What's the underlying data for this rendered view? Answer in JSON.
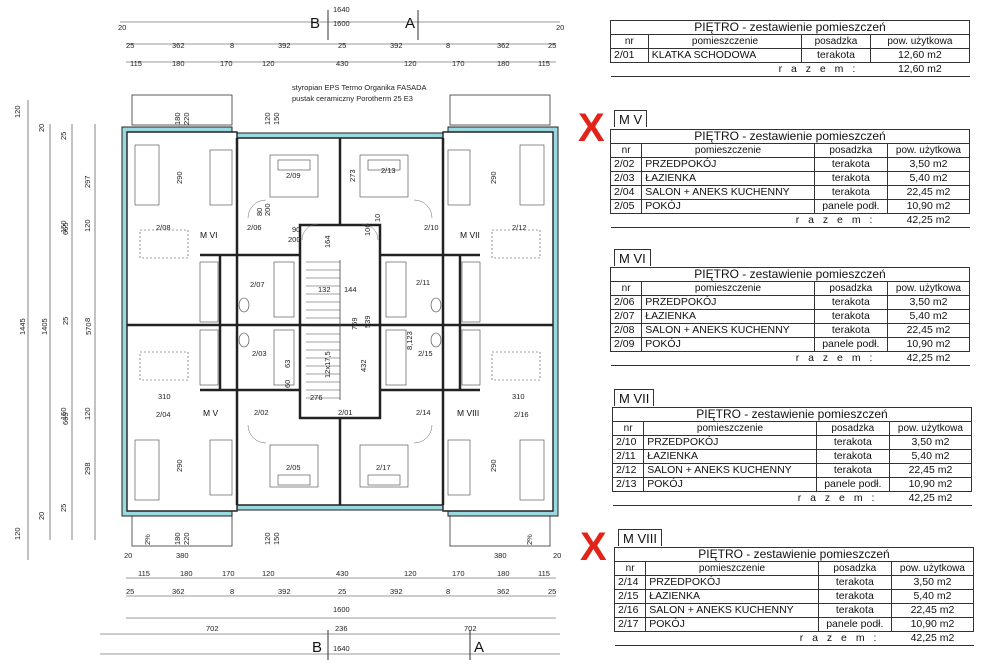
{
  "plan": {
    "section_markers": [
      "B",
      "A",
      "B",
      "A"
    ],
    "top_dims": {
      "total_1": "1640",
      "total_2": "1600",
      "edge": "20",
      "edge_r": "20",
      "row1": [
        "25",
        "362",
        "8",
        "392",
        "25",
        "392",
        "8",
        "362",
        "25"
      ],
      "row2": [
        "115",
        "180",
        "170",
        "120",
        "430",
        "120",
        "170",
        "180",
        "115"
      ]
    },
    "bottom_dims": {
      "row2": [
        "115",
        "180",
        "170",
        "120",
        "430",
        "120",
        "170",
        "180",
        "115"
      ],
      "row1": [
        "25",
        "362",
        "8",
        "392",
        "25",
        "392",
        "8",
        "362",
        "25"
      ],
      "total_1": "1600",
      "split": [
        "702",
        "236",
        "702"
      ],
      "total_2": "1640",
      "balcony_left": "380",
      "balcony_right": "380",
      "edge": "20",
      "edge_r": "20"
    },
    "left_dims": {
      "outer": "1445",
      "mid": "1405",
      "mid2": "570",
      "segments": [
        "120",
        "20",
        "25",
        "297",
        "665",
        "120",
        "150",
        "25",
        "8",
        "665",
        "120",
        "150",
        "298",
        "25",
        "20",
        "120"
      ]
    },
    "wall_notes": [
      "styropian EPS Termo Organika FASADA",
      "pustak ceramiczny Porotherm 25 E3"
    ],
    "apartments": [
      "M VI",
      "M VII",
      "M V",
      "M VIII"
    ],
    "rooms": [
      "2/09",
      "2/13",
      "2/08",
      "2/12",
      "2/07",
      "2/11",
      "2/03",
      "2/15",
      "2/04",
      "2/16",
      "2/05",
      "2/17",
      "2/06",
      "2/10",
      "2/02",
      "2/14",
      "2/01"
    ],
    "inner_dims": [
      "164",
      "132",
      "144",
      "759",
      "539",
      "432",
      "276",
      "310",
      "310",
      "290",
      "290",
      "290",
      "290",
      "273",
      "100",
      "10",
      "90",
      "200",
      "80",
      "200",
      "60",
      "63",
      "12x17,5",
      "8,123"
    ],
    "door_tags": [
      "180",
      "220",
      "120",
      "150",
      "120",
      "150",
      "180",
      "220",
      "2%",
      "2%"
    ]
  },
  "tables": [
    {
      "title": "PIĘTRO  - zestawienie pomieszczeń",
      "headers": [
        "nr",
        "pomieszczenie",
        "posadzka",
        "pow. użytkowa"
      ],
      "rows": [
        [
          "2/01",
          "KLATKA  SCHODOWA",
          "terakota",
          "12,60 m2"
        ]
      ],
      "sum_label": "r a z e m :",
      "sum_value": "12,60 m2"
    },
    {
      "tag": "M V",
      "title": "PIĘTRO  - zestawienie pomieszczeń",
      "headers": [
        "nr",
        "pomieszczenie",
        "posadzka",
        "pow. użytkowa"
      ],
      "rows": [
        [
          "2/02",
          "PRZEDPOKÓJ",
          "terakota",
          "3,50 m2"
        ],
        [
          "2/03",
          "ŁAZIENKA",
          "terakota",
          "5,40 m2"
        ],
        [
          "2/04",
          "SALON + ANEKS KUCHENNY",
          "terakota",
          "22,45 m2"
        ],
        [
          "2/05",
          "POKÓJ",
          "panele podł.",
          "10,90 m2"
        ]
      ],
      "sum_label": "r a z e m :",
      "sum_value": "42,25 m2"
    },
    {
      "tag": "M VI",
      "title": "PIĘTRO  - zestawienie pomieszczeń",
      "headers": [
        "nr",
        "pomieszczenie",
        "posadzka",
        "pow. użytkowa"
      ],
      "rows": [
        [
          "2/06",
          "PRZEDPOKÓJ",
          "terakota",
          "3,50 m2"
        ],
        [
          "2/07",
          "ŁAZIENKA",
          "terakota",
          "5,40 m2"
        ],
        [
          "2/08",
          "SALON + ANEKS KUCHENNY",
          "terakota",
          "22,45 m2"
        ],
        [
          "2/09",
          "POKÓJ",
          "panele podł.",
          "10,90 m2"
        ]
      ],
      "sum_label": "r a z e m :",
      "sum_value": "42,25 m2"
    },
    {
      "tag": "M VII",
      "title": "PIĘTRO  - zestawienie pomieszczeń",
      "headers": [
        "nr",
        "pomieszczenie",
        "posadzka",
        "pow. użytkowa"
      ],
      "rows": [
        [
          "2/10",
          "PRZEDPOKÓJ",
          "terakota",
          "3,50 m2"
        ],
        [
          "2/11",
          "ŁAZIENKA",
          "terakota",
          "5,40 m2"
        ],
        [
          "2/12",
          "SALON + ANEKS KUCHENNY",
          "terakota",
          "22,45 m2"
        ],
        [
          "2/13",
          "POKÓJ",
          "panele podł.",
          "10,90 m2"
        ]
      ],
      "sum_label": "r a z e m :",
      "sum_value": "42,25 m2"
    },
    {
      "tag": "M VIII",
      "title": "PIĘTRO  - zestawienie pomieszczeń",
      "headers": [
        "nr",
        "pomieszczenie",
        "posadzka",
        "pow. użytkowa"
      ],
      "rows": [
        [
          "2/14",
          "PRZEDPOKÓJ",
          "terakota",
          "3,50 m2"
        ],
        [
          "2/15",
          "ŁAZIENKA",
          "terakota",
          "5,40 m2"
        ],
        [
          "2/16",
          "SALON + ANEKS KUCHENNY",
          "terakota",
          "22,45 m2"
        ],
        [
          "2/17",
          "POKÓJ",
          "panele podł.",
          "10,90 m2"
        ]
      ],
      "sum_label": "r a z e m :",
      "sum_value": "42,25 m2"
    }
  ],
  "marks": {
    "x_symbol": "X",
    "x_color": "#e2231a",
    "insulation_color": "#9ad9df"
  }
}
